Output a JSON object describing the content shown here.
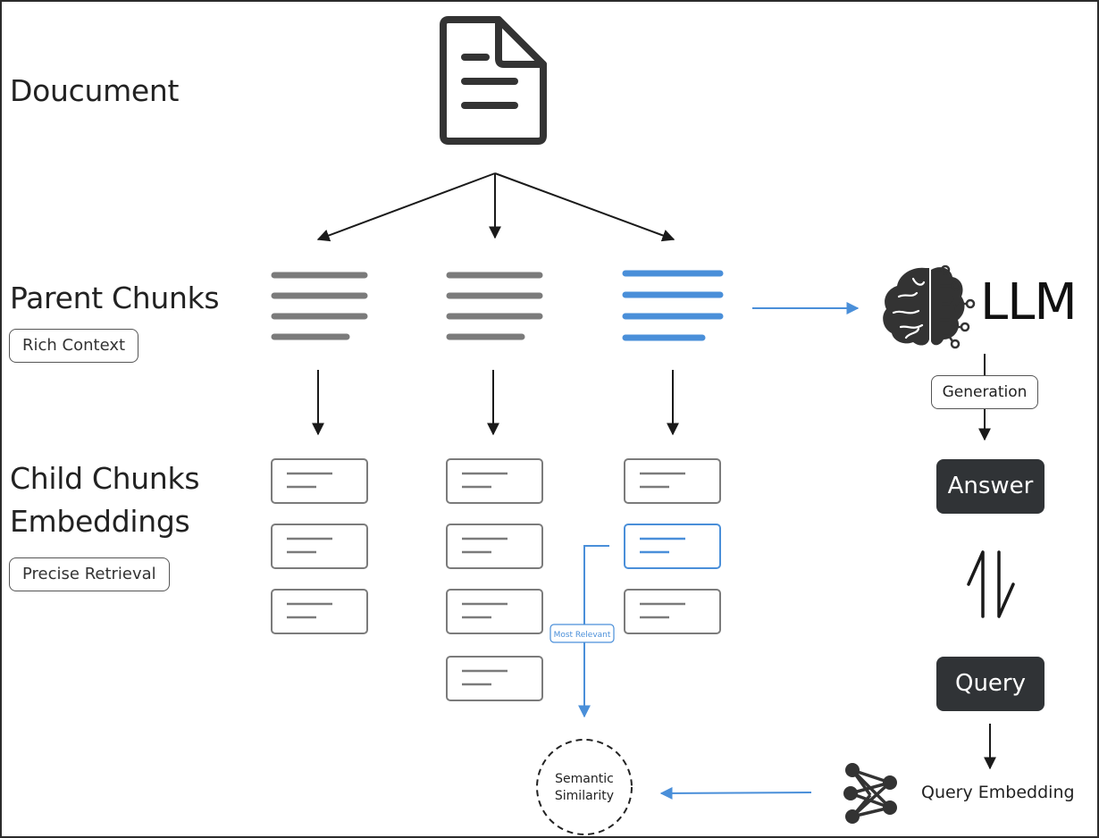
{
  "labels": {
    "document": "Doucument",
    "parent_chunks": "Parent Chunks",
    "rich_context": "Rich Context",
    "child_chunks_line1": "Child Chunks",
    "child_chunks_line2": "Embeddings",
    "precise_retrieval": "Precise Retrieval",
    "llm": "LLM",
    "generation": "Generation",
    "answer": "Answer",
    "query": "Query",
    "query_embedding": "Query Embedding",
    "most_relevant": "Most Relevant",
    "semantic_line1": "Semantic",
    "semantic_line2": "Similarity"
  },
  "icons": {
    "document": "document-icon",
    "llm": "brain-circuit-icon",
    "query_embedding": "neural-network-icon",
    "bidirectional": "up-down-arrows-icon"
  },
  "colors": {
    "gray": "#7b7b7b",
    "blue": "#4a8fd9",
    "dark": "#303336",
    "border": "#555555"
  },
  "parent_chunks": [
    {
      "highlighted": false
    },
    {
      "highlighted": false
    },
    {
      "highlighted": true
    }
  ],
  "child_columns": [
    {
      "cards": [
        false,
        false,
        false
      ]
    },
    {
      "cards": [
        false,
        false,
        false,
        false
      ]
    },
    {
      "cards": [
        false,
        true,
        false
      ]
    }
  ]
}
